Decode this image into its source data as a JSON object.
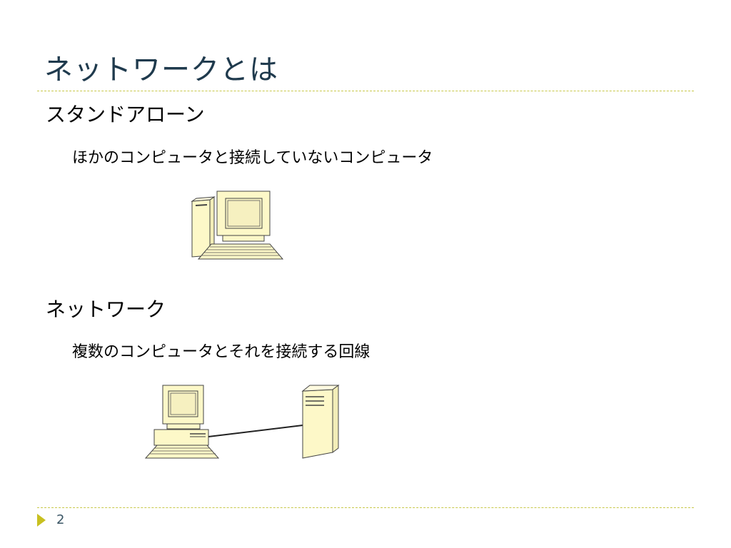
{
  "title": "ネットワークとは",
  "sections": [
    {
      "heading": "スタンドアローン",
      "description": "ほかのコンピュータと接続していないコンピュータ"
    },
    {
      "heading": "ネットワーク",
      "description": "複数のコンピュータとそれを接続する回線"
    }
  ],
  "footer": {
    "page_number": "2"
  },
  "colors": {
    "title": "#1f3a4d",
    "accent": "#c8c020",
    "device_fill": "#fdf8c8"
  },
  "icons": [
    "desktop-computer-icon",
    "server-tower-icon",
    "network-cable-line"
  ]
}
